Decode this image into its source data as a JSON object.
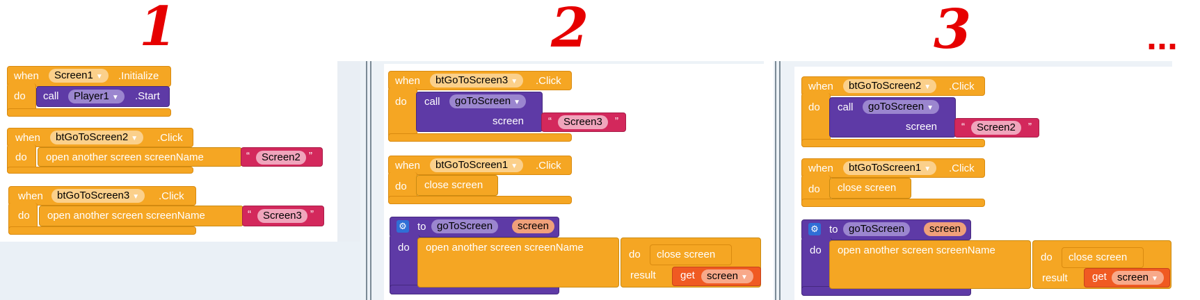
{
  "labels": {
    "n1": "1",
    "n2": "2",
    "n3": "3",
    "dots": "..."
  },
  "kw": {
    "when": "when",
    "do": "do",
    "call": "call",
    "to": "to",
    "result": "result",
    "click": ".Click",
    "initialize": ".Initialize",
    "start": ".Start",
    "open": "open another screen  screenName",
    "close": "close screen",
    "screen": "screen",
    "get": "get",
    "q1": "“",
    "q2": "”"
  },
  "p1": {
    "screen1": "Screen1",
    "player1": "Player1",
    "btn2": "btGoToScreen2",
    "btn3": "btGoToScreen3",
    "s2": "Screen2",
    "s3": "Screen3"
  },
  "p2": {
    "btn3": "btGoToScreen3",
    "btn1": "btGoToScreen1",
    "proc": "goToScreen",
    "s3": "Screen3",
    "param": "screen",
    "getv": "screen"
  },
  "p3": {
    "btn2": "btGoToScreen2",
    "btn1": "btGoToScreen1",
    "proc": "goToScreen",
    "s2": "Screen2",
    "param": "screen",
    "getv": "screen"
  },
  "colors": {
    "event": "#f5a623",
    "procedure": "#5e3aa6",
    "text": "#d3285c",
    "get": "#f05a22",
    "annotation": "#e60000"
  }
}
